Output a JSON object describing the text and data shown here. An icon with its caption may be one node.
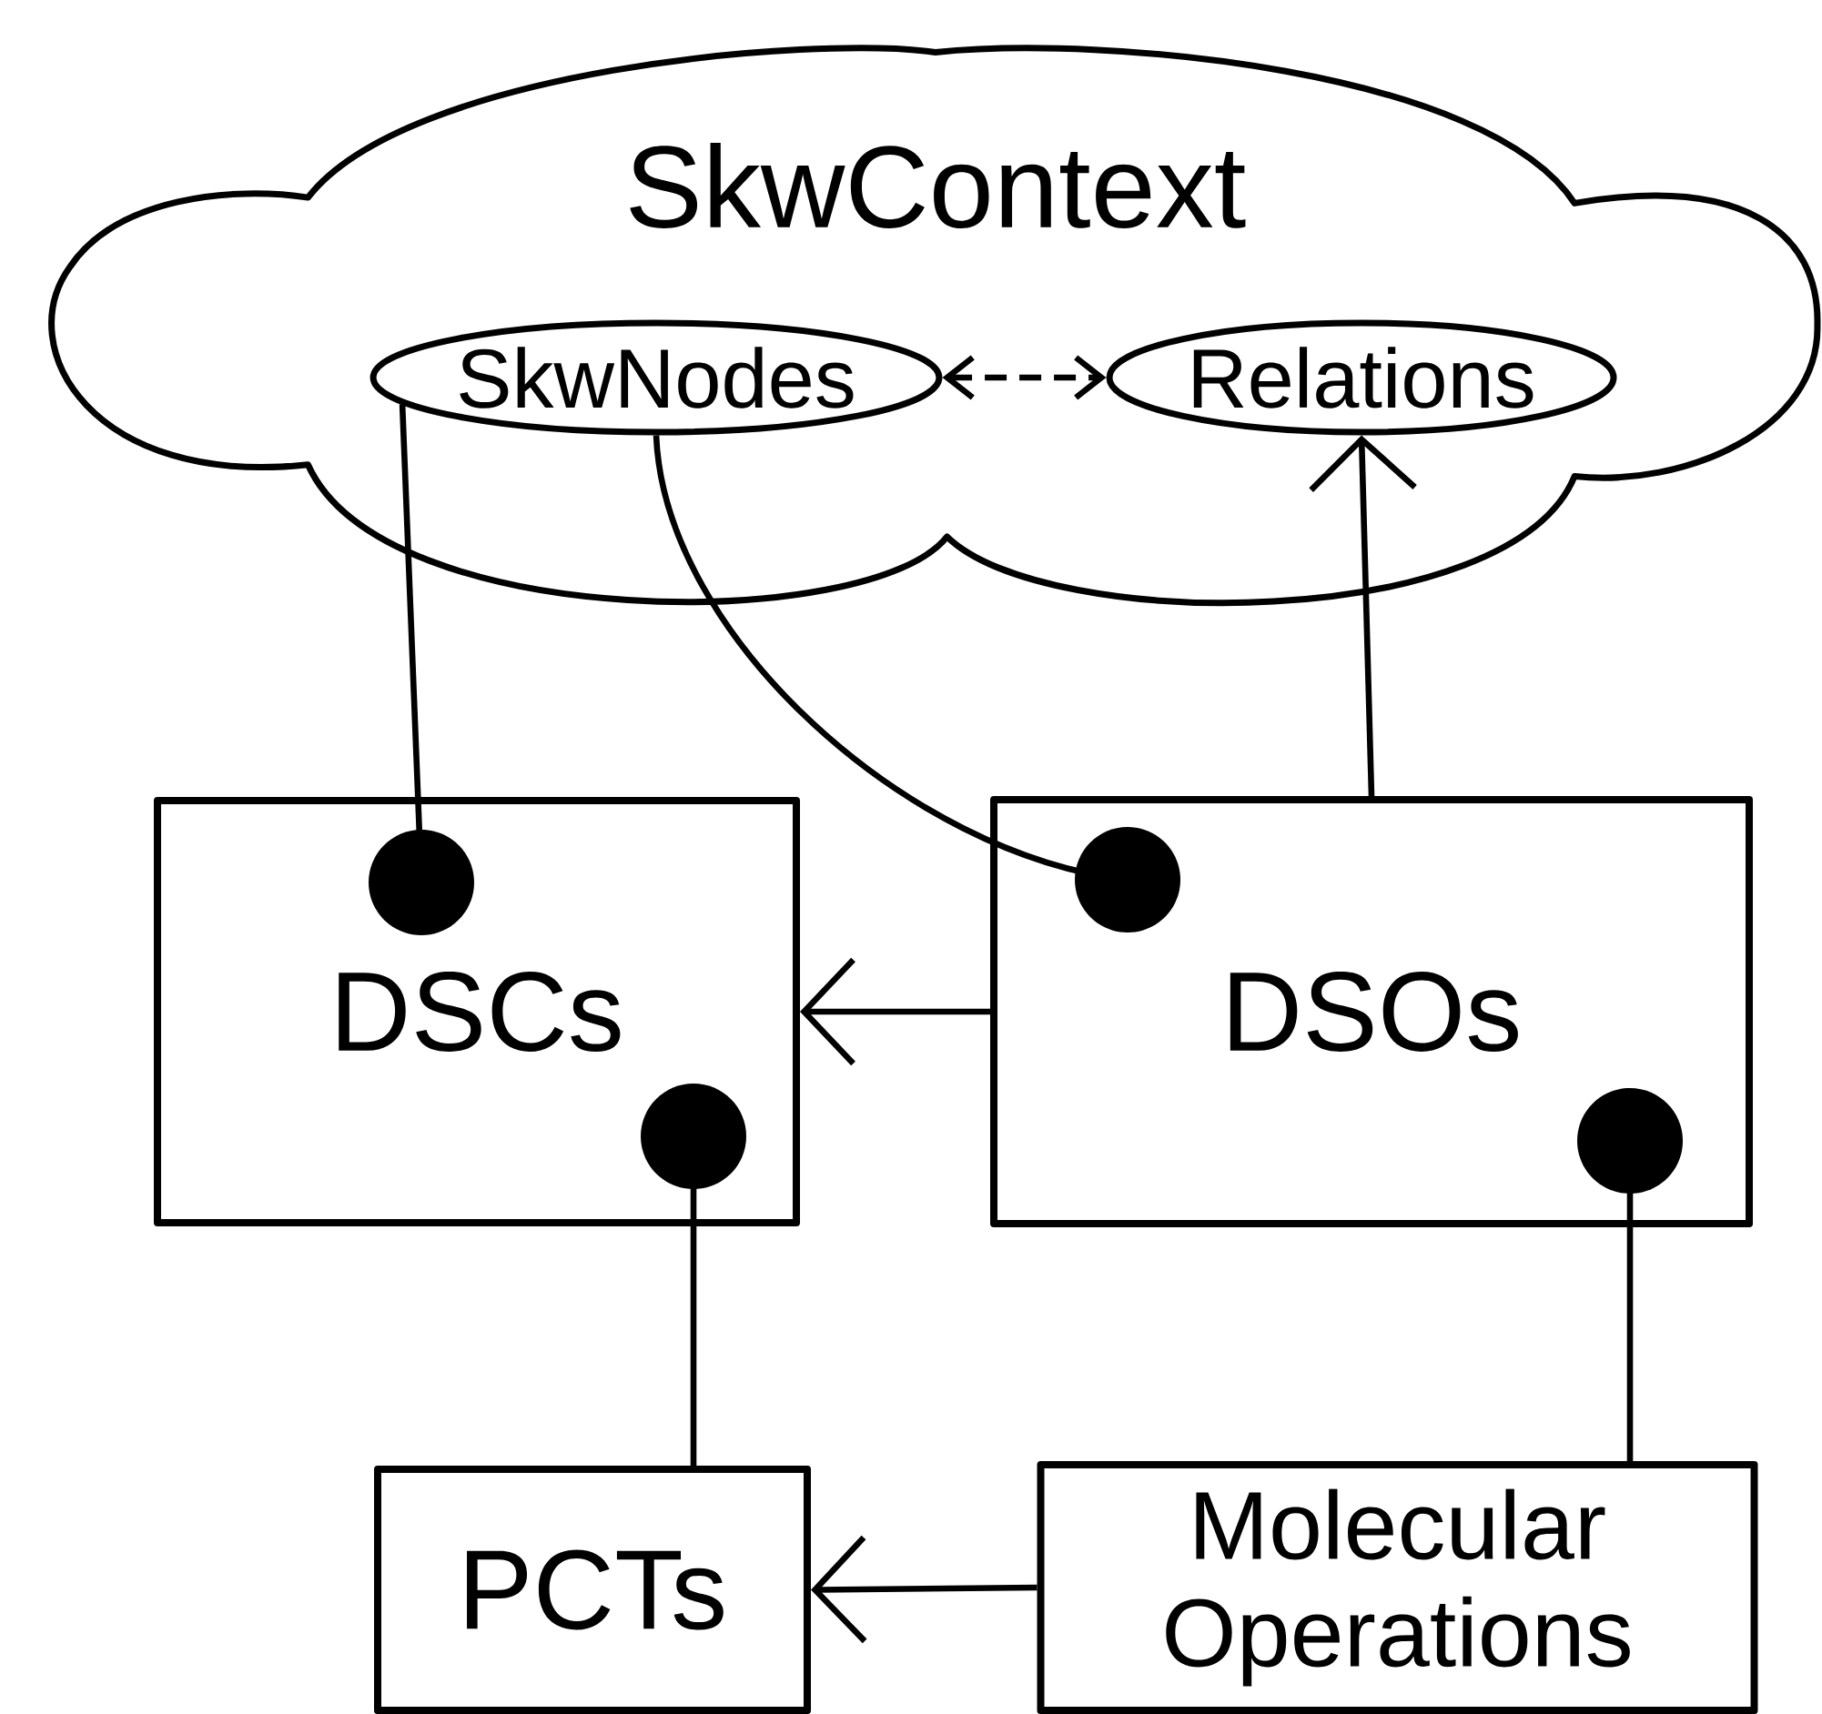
{
  "diagram": {
    "nodes": [
      {
        "text": [
          "SkwContext"
        ]
      },
      {
        "text": [
          "SkwNodes"
        ],
        "in": 0
      },
      {
        "text": [
          "Relations"
        ],
        "in": 0
      },
      {
        "text": [
          "DSCs"
        ]
      },
      {
        "text": [
          "DSOs"
        ]
      },
      {
        "text": [
          "PCTs"
        ]
      },
      {
        "text": [
          "Molecular Operations"
        ]
      }
    ],
    "edges": [
      {
        "from": 1,
        "to": 2,
        "arrow": "both",
        "style": "dashed"
      },
      {
        "from": 1,
        "to": 3,
        "arrow": "other"
      },
      {
        "from": 1,
        "to": 4,
        "arrow": "other"
      },
      {
        "from": 4,
        "to": 2,
        "arrow": "to"
      },
      {
        "from": 4,
        "to": 3,
        "arrow": "to"
      },
      {
        "from": 3,
        "to": 5,
        "arrow": "other"
      },
      {
        "from": 4,
        "to": 6,
        "arrow": "other"
      },
      {
        "from": 6,
        "to": 5,
        "arrow": "to"
      }
    ]
  }
}
